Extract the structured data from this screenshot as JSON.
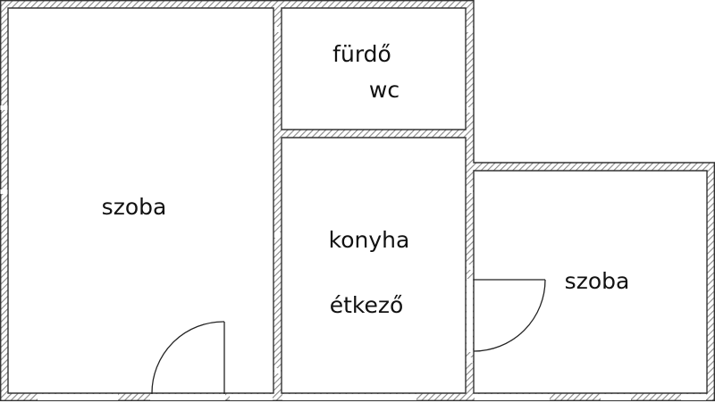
{
  "diagram": {
    "type": "floor-plan",
    "rooms": [
      {
        "id": "bedroom-left",
        "label_lines": [
          "szoba"
        ]
      },
      {
        "id": "bathroom",
        "label_lines": [
          "fürdő",
          "wc"
        ]
      },
      {
        "id": "kitchen",
        "label_lines": [
          "konyha",
          "étkező"
        ]
      },
      {
        "id": "bedroom-right",
        "label_lines": [
          "szoba"
        ]
      }
    ]
  },
  "colors": {
    "wall_hatch": "#888888",
    "wall_outline": "#333333",
    "background": "#ffffff"
  }
}
